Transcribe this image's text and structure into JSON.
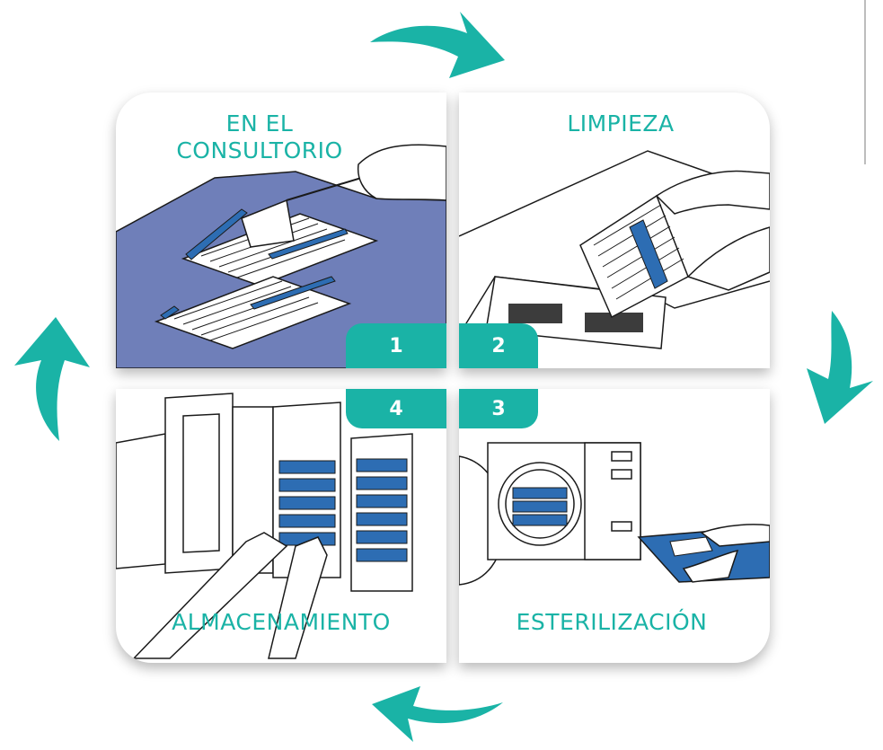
{
  "steps": [
    {
      "number": "1",
      "title": "EN EL\nCONSULTORIO"
    },
    {
      "number": "2",
      "title": "LIMPIEZA"
    },
    {
      "number": "3",
      "title": "ESTERILIZACIÓN"
    },
    {
      "number": "4",
      "title": "ALMACENAMIENTO"
    }
  ],
  "colors": {
    "accent": "#1ab3a6",
    "instrument_blue": "#2d6db3",
    "cloth": "#6f7fb9"
  },
  "icons": [
    "arrow-top-icon",
    "arrow-right-icon",
    "arrow-bottom-icon",
    "arrow-left-icon"
  ]
}
